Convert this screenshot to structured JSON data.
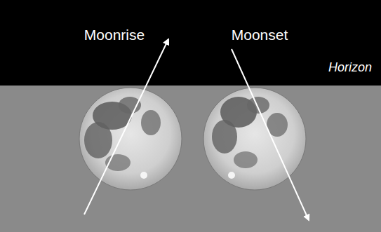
{
  "diagram": {
    "labels": [
      "Moonrise",
      "Moonset",
      "Horizon"
    ]
  }
}
